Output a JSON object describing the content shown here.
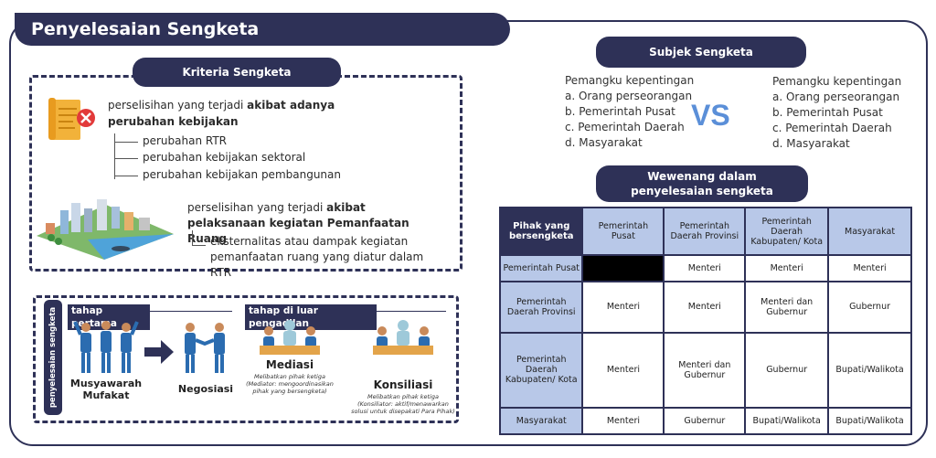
{
  "title": "Penyelesaian Sengketa",
  "kriteria": {
    "title": "Kriteria Sengketa",
    "item1_text": "perselisihan yang terjadi ",
    "item1_bold": "akibat adanya perubahan kebijakan",
    "item1_subs": [
      "perubahan RTR",
      "perubahan kebijakan sektoral",
      "perubahan kebijakan pembangunan"
    ],
    "item2_text": "perselisihan yang terjadi ",
    "item2_bold": "akibat pelaksanaan kegiatan Pemanfaatan Ruang",
    "item2_sub": "eksternalitas atau dampak kegiatan pemanfaatan ruang yang diatur dalam RTR"
  },
  "penyelesaian": {
    "side_label": "penyelesaian sengketa",
    "stage1": "tahap pertama",
    "stage2": "tahap di luar pengadilan",
    "musyawarah": "Musyawarah Mufakat",
    "negosiasi": "Negosiasi",
    "mediasi": "Mediasi",
    "mediasi_note": "Melibatkan pihak ketiga (Mediator: mengoordinasikan pihak yang bersengketa)",
    "konsiliasi": "Konsiliasi",
    "konsiliasi_note": "Melibatkan pihak ketiga (Konsiliator: aktif/menawarkan solusi untuk disepakati Para Pihak)"
  },
  "subjek": {
    "title": "Subjek Sengketa",
    "heading": "Pemangku kepentingan",
    "items": [
      "a.  Orang perseorangan",
      "b.  Pemerintah Pusat",
      "c.  Pemerintah Daerah",
      "d.  Masyarakat"
    ],
    "vs": "VS"
  },
  "wewenang": {
    "title_line1": "Wewenang dalam",
    "title_line2": "penyelesaian sengketa",
    "corner": "Pihak yang bersengketa",
    "columns": [
      "Pemerintah Pusat",
      "Pemerintah Daerah Provinsi",
      "Pemerintah Daerah Kabupaten/ Kota",
      "Masyarakat"
    ],
    "rows": [
      {
        "label": "Pemerintah Pusat",
        "cells": [
          "",
          "Menteri",
          "Menteri",
          "Menteri"
        ]
      },
      {
        "label": "Pemerintah Daerah Provinsi",
        "cells": [
          "Menteri",
          "Menteri",
          "Menteri dan Gubernur",
          "Gubernur"
        ]
      },
      {
        "label": "Pemerintah Daerah Kabupaten/ Kota",
        "cells": [
          "Menteri",
          "Menteri dan Gubernur",
          "Gubernur",
          "Bupati/Walikota"
        ]
      },
      {
        "label": "Masyarakat",
        "cells": [
          "Menteri",
          "Gubernur",
          "Bupati/Walikota",
          "Bupati/Walikota"
        ]
      }
    ]
  },
  "colors": {
    "navy": "#2e3157",
    "vs": "#5b8fd8",
    "cell_header": "#b8c8e8"
  }
}
